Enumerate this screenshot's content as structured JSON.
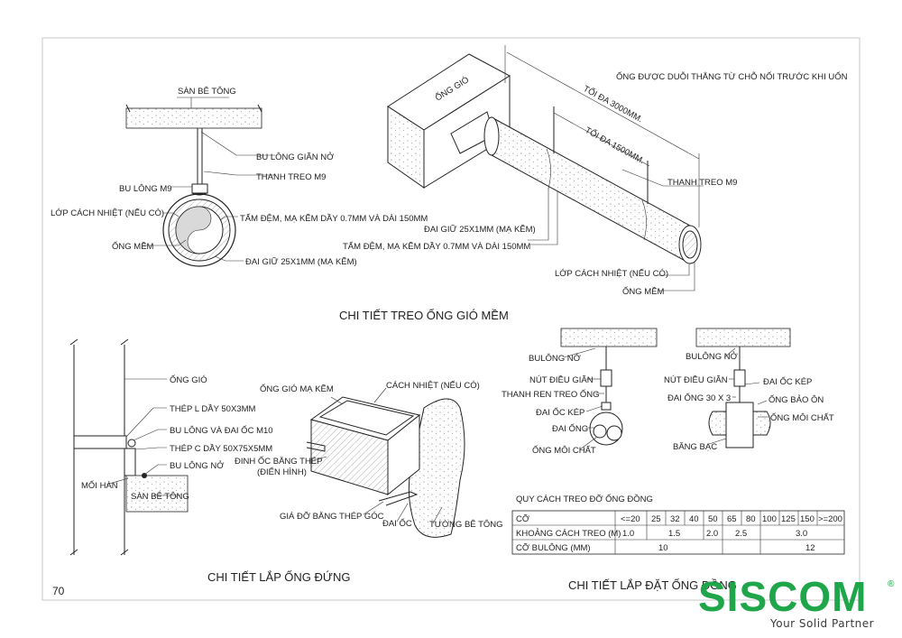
{
  "page_number": "70",
  "logo": {
    "brand": "SISCOM",
    "registered": "®",
    "tagline": "Your Solid Partner",
    "color": "#1fa64a"
  },
  "hanger_section": {
    "labels": {
      "slab": "SÀN BÊ TÔNG",
      "expansion_bolt": "BU LÔNG GIÃN NỞ",
      "rod": "THANH TREO M9",
      "bolt": "BU LÔNG M9",
      "insulation": "LỚP CÁCH NHIỆT (NẾU CÓ)",
      "pad": "TẤM ĐỆM, MẠ KẼM DẦY 0.7MM VÀ DÀI 150MM",
      "flex_duct": "ỐNG MỀM",
      "clamp": "ĐAI GIỮ 25X1MM (MẠ KẼM)"
    }
  },
  "flex_duct_3d": {
    "labels": {
      "duct": "ỐNG GIÓ",
      "note": "ỐNG ĐƯỢC DUỖI THẲNG TỪ CHỖ NỐI TRƯỚC KHI UỐN",
      "max3000": "TỐI ĐA 3000MM.",
      "max1500": "TỐI ĐA 1500MM.",
      "rod": "THANH TREO M9",
      "clamp": "ĐAI GIỮ 25X1MM (MẠ KẼM)",
      "pad": "TẤM ĐỆM, MẠ KẼM DẦY 0.7MM VÀ DÀI 150MM",
      "insulation": "LỚP CÁCH NHIỆT (NẾU CÓ)",
      "flex_duct": "ỐNG MỀM"
    }
  },
  "title_flex": "CHI TIẾT TREO ỐNG GIÓ MỀM",
  "riser": {
    "labels": {
      "duct": "ỐNG GIÓ",
      "angle": "THÉP L DẦY 50X3MM",
      "bolt_nut": "BU LÔNG VÀ ĐAI ỐC M10",
      "channel": "THÉP C DẦY 50X75X5MM",
      "anchor": "BU LÔNG NỞ",
      "weld": "MỐI HÀN",
      "slab": "SÀN BÊ TÔNG"
    }
  },
  "title_riser": "CHI TIẾT LẮP ỐNG ĐỨNG",
  "wall_penetration": {
    "labels": {
      "duct": "ỐNG GIÓ MẠ KẼM",
      "insulation": "CÁCH NHIỆT (NẾU CÓ)",
      "screw": "ĐINH ỐC BẰNG THÉP",
      "screw_note": "(ĐIỂN HÌNH)",
      "bracket": "GIÁ ĐỠ BẰNG THÉP GÓC",
      "nut": "ĐAI ỐC",
      "wall": "TƯỜNG BÊ TÔNG"
    }
  },
  "pipe_hangers": {
    "left": {
      "anchor": "BULÔNG NỞ",
      "adjuster": "NÚT ĐIỀU GIÃN",
      "rod": "THANH REN TREO ỐNG",
      "nut": "ĐAI ỐC KÉP",
      "ring": "ĐAI ỐNG",
      "pipe": "ỐNG MÔI CHẤT"
    },
    "right": {
      "anchor": "BULÔNG NỞ",
      "adjuster": "NÚT ĐIỀU GIÃN",
      "nut": "ĐAI ỐC KÉP",
      "ring": "ĐAI ỐNG 30 X 3",
      "insulation": "ỐNG BẢO ÔN",
      "pipe": "ỐNG MÔI CHẤT",
      "tape": "BĂNG BẠC"
    }
  },
  "spec_table": {
    "title": "QUY CÁCH TREO ĐỠ ỐNG ĐỒNG",
    "row_size_label": "CỠ",
    "sizes": [
      "<=20",
      "25",
      "32",
      "40",
      "50",
      "65",
      "80",
      "100",
      "125",
      "150",
      ">=200"
    ],
    "row_spacing_label": "KHOẢNG CÁCH TREO (M)",
    "spacing": [
      "1.0",
      "1.5",
      "2.0",
      "2.5",
      "3.0"
    ],
    "row_bolt_label": "CỠ BULÔNG (MM)",
    "bolt": [
      "10",
      "12"
    ]
  },
  "title_pipe": "CHI TIẾT LẮP ĐẶT ỐNG ĐỒNG"
}
